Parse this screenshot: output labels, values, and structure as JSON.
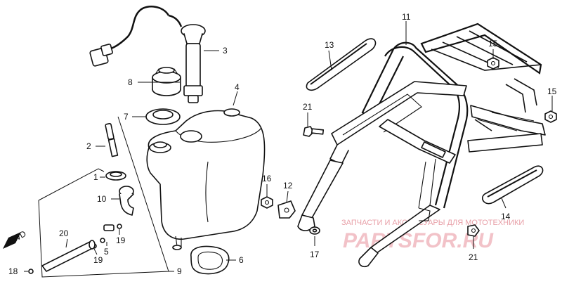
{
  "parts": [
    {
      "id": "1",
      "label": "1"
    },
    {
      "id": "2",
      "label": "2"
    },
    {
      "id": "3",
      "label": "3"
    },
    {
      "id": "4",
      "label": "4"
    },
    {
      "id": "5",
      "label": "5"
    },
    {
      "id": "6",
      "label": "6"
    },
    {
      "id": "7",
      "label": "7"
    },
    {
      "id": "8",
      "label": "8"
    },
    {
      "id": "9",
      "label": "9"
    },
    {
      "id": "10",
      "label": "10"
    },
    {
      "id": "11",
      "label": "11"
    },
    {
      "id": "12",
      "label": "12"
    },
    {
      "id": "13",
      "label": "13"
    },
    {
      "id": "14",
      "label": "14"
    },
    {
      "id": "15a",
      "label": "15"
    },
    {
      "id": "15b",
      "label": "15"
    },
    {
      "id": "16",
      "label": "16"
    },
    {
      "id": "17",
      "label": "17"
    },
    {
      "id": "18",
      "label": "18"
    },
    {
      "id": "19a",
      "label": "19"
    },
    {
      "id": "19b",
      "label": "19"
    },
    {
      "id": "20",
      "label": "20"
    },
    {
      "id": "21a",
      "label": "21"
    },
    {
      "id": "21b",
      "label": "21"
    }
  ],
  "fwd_label": "FWD",
  "watermark": {
    "line1": "ЗАПЧАСТИ И АКСЕССУАРЫ ДЛЯ МОТОТЕХНИКИ",
    "line2": "PARTSFOR.RU"
  },
  "colors": {
    "line": "#111111",
    "watermark": "#e8a0a8"
  }
}
